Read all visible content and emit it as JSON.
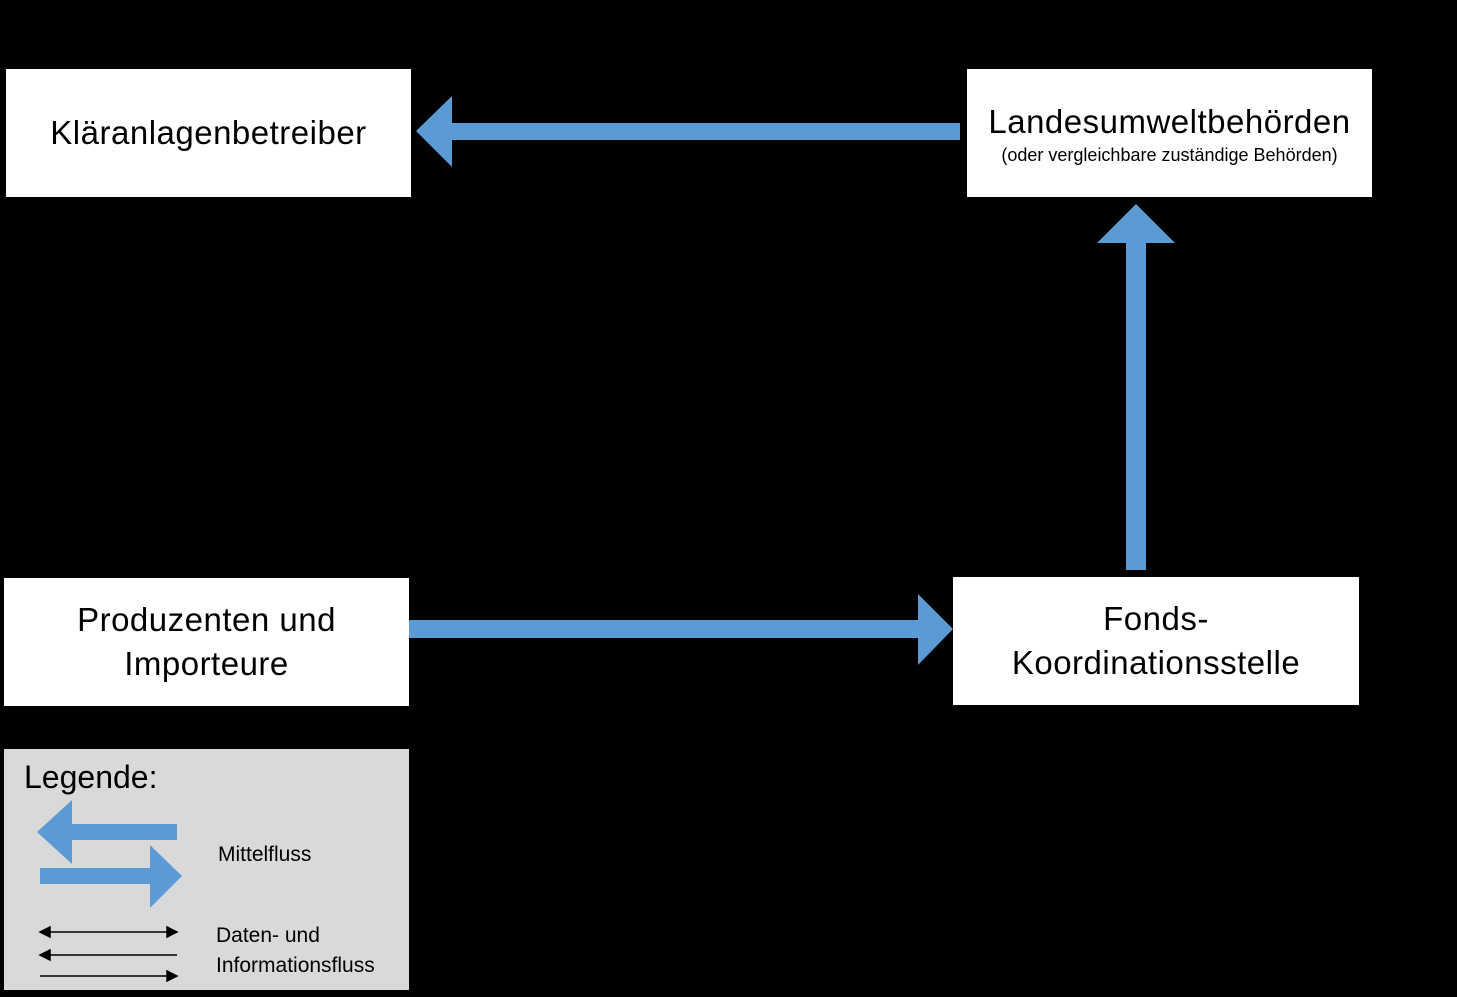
{
  "nodes": {
    "klaeranlagenbetreiber": {
      "label": "Kläranlagenbetreiber"
    },
    "landesumweltbehoerden": {
      "label": "Landesumweltbehörden",
      "sublabel": "(oder vergleichbare zuständige Behörden)"
    },
    "produzenten": {
      "line1": "Produzenten und",
      "line2": "Importeure"
    },
    "fonds": {
      "line1": "Fonds-",
      "line2": "Koordinationsstelle"
    }
  },
  "legend": {
    "title": "Legende:",
    "mittelfluss": "Mittelfluss",
    "daten_line1": "Daten- und",
    "daten_line2": "Informationsfluss"
  },
  "colors": {
    "arrow_blue": "#5b9bd5",
    "background": "#000000",
    "node_fill": "#ffffff",
    "legend_fill": "#d9d9d9"
  }
}
